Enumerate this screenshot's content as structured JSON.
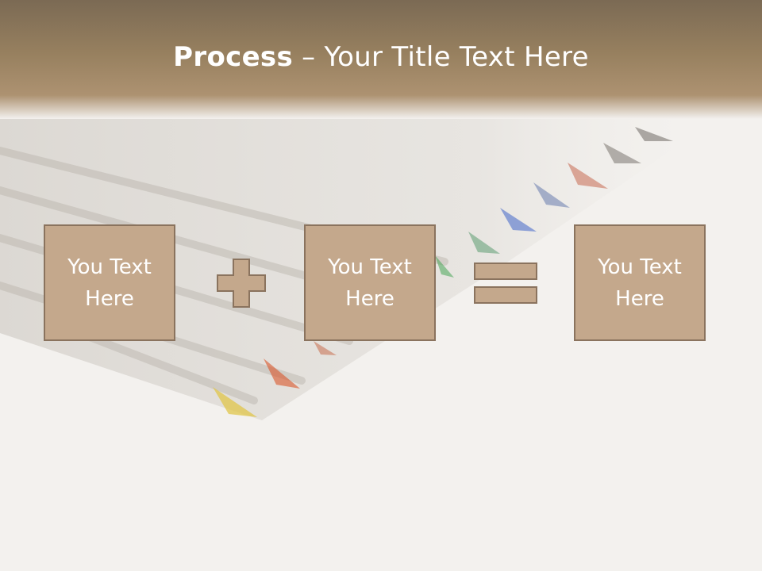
{
  "slide": {
    "title_bold": "Process",
    "title_rest": " – Your Title Text Here",
    "boxes": [
      {
        "label": "You Text\nHere"
      },
      {
        "label": "You Text\nHere"
      },
      {
        "label": "You Text\nHere"
      }
    ],
    "operators": [
      "plus",
      "equals"
    ],
    "colors": {
      "box_fill": "#c4a88c",
      "box_border": "#8a735e",
      "title_band": "#97805f",
      "background": "#f3f1ee"
    }
  }
}
